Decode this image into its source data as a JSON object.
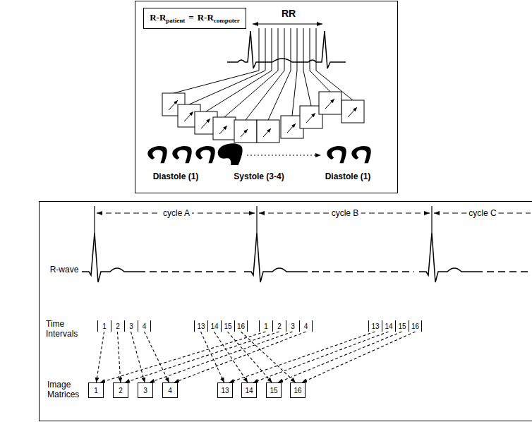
{
  "diagram": {
    "nodes": [
      {
        "text": [
          "RR",
          "Diastole (1)",
          "Systole (3-4)",
          "Diastole (1)"
        ]
      },
      {
        "text": [
          "R-R",
          "patient",
          "=",
          "R-R",
          "computer"
        ],
        "in": 0
      },
      {
        "text": [
          "cycle A",
          "cycle B",
          "cycle C",
          "R-wave",
          "Time Intervals",
          "Image Matrices"
        ]
      },
      {
        "text": [
          "1"
        ],
        "in": 2
      },
      {
        "text": [
          "2"
        ],
        "in": 2
      },
      {
        "text": [
          "3"
        ],
        "in": 2
      },
      {
        "text": [
          "4"
        ],
        "in": 2
      },
      {
        "text": [
          "13"
        ],
        "in": 2
      },
      {
        "text": [
          "14"
        ],
        "in": 2
      },
      {
        "text": [
          "15"
        ],
        "in": 2
      },
      {
        "text": [
          "16"
        ],
        "in": 2
      },
      {
        "text": [
          "1"
        ],
        "in": 2
      },
      {
        "text": [
          "2"
        ],
        "in": 2
      },
      {
        "text": [
          "3"
        ],
        "in": 2
      },
      {
        "text": [
          "4"
        ],
        "in": 2
      },
      {
        "text": [
          "13"
        ],
        "in": 2
      },
      {
        "text": [
          "14"
        ],
        "in": 2
      },
      {
        "text": [
          "15"
        ],
        "in": 2
      },
      {
        "text": [
          "16"
        ],
        "in": 2
      },
      {
        "text": [
          "1"
        ],
        "in": 2
      },
      {
        "text": [
          "2"
        ],
        "in": 2
      },
      {
        "text": [
          "3"
        ],
        "in": 2
      },
      {
        "text": [
          "4"
        ],
        "in": 2
      },
      {
        "text": [
          "13"
        ],
        "in": 2
      },
      {
        "text": [
          "14"
        ],
        "in": 2
      },
      {
        "text": [
          "15"
        ],
        "in": 2
      },
      {
        "text": [
          "16"
        ],
        "in": 2
      }
    ],
    "edges": [
      {
        "from": 3,
        "to": 19,
        "arrow": "to"
      },
      {
        "from": 4,
        "to": 20,
        "arrow": "to"
      },
      {
        "from": 5,
        "to": 21,
        "arrow": "to"
      },
      {
        "from": 6,
        "to": 22,
        "arrow": "to"
      },
      {
        "from": 7,
        "to": 23,
        "arrow": "to"
      },
      {
        "from": 8,
        "to": 24,
        "arrow": "to"
      },
      {
        "from": 9,
        "to": 25,
        "arrow": "to"
      },
      {
        "from": 10,
        "to": 26,
        "arrow": "to"
      },
      {
        "from": 11,
        "to": 19,
        "arrow": "to"
      },
      {
        "from": 12,
        "to": 20,
        "arrow": "to"
      },
      {
        "from": 13,
        "to": 21,
        "arrow": "to"
      },
      {
        "from": 14,
        "to": 22,
        "arrow": "to"
      },
      {
        "from": 15,
        "to": 23,
        "arrow": "to"
      },
      {
        "from": 16,
        "to": 24,
        "arrow": "to"
      },
      {
        "from": 17,
        "to": 25,
        "arrow": "to"
      },
      {
        "from": 18,
        "to": 26,
        "arrow": "to"
      }
    ]
  }
}
